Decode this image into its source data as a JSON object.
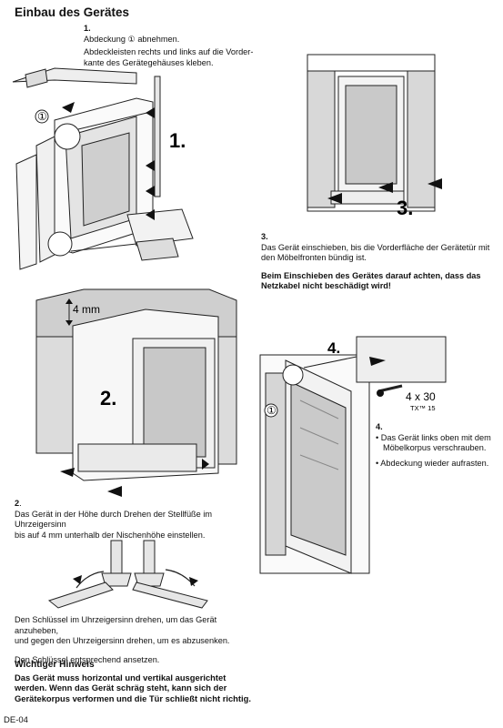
{
  "title": "Einbau des Gerätes",
  "step1": {
    "num": "1.",
    "line1": "Abdeckung ① abnehmen.",
    "line2": "Abdeckleisten rechts und links auf die Vorder-",
    "line3": "kante des Gerätegehäuses kleben.",
    "fig_label": "1.",
    "fig_callout": "①"
  },
  "step2": {
    "num": "2",
    "num_dot": ".",
    "line1": "Das Gerät in der Höhe durch Drehen der Stellfüße im Uhrzeigersinn",
    "line2": "bis auf 4 mm unterhalb der Nischenhöhe einstellen.",
    "fig_label": "2.",
    "gap_label": "4 mm"
  },
  "key_text": {
    "line1": "Den Schlüssel im Uhrzeigersinn drehen, um das Gerät anzuheben,",
    "line2": "und gegen den Uhrzeigersinn drehen, um es abzusenken.",
    "line3": "Den Schlüssel entsprechend ansetzen."
  },
  "hinweis": {
    "title": "Wichtiger Hinweis",
    "line1": "Das Gerät muss horizontal und vertikal ausgerichtet",
    "line2": "werden. Wenn das Gerät schräg steht, kann sich der",
    "line3": "Gerätekorpus verformen und die Tür schließt nicht richtig."
  },
  "step3": {
    "num": "3.",
    "line1": "Das Gerät einschieben, bis die Vorderfläche der Gerätetür mit",
    "line2": "den Möbelfronten bündig ist.",
    "warn1": "Beim Einschieben des Gerätes darauf achten, dass das",
    "warn2": "Netzkabel nicht beschädigt wird!",
    "fig_label": "3."
  },
  "step4": {
    "num": "4.",
    "bullet1a": "• Das Gerät links oben mit dem",
    "bullet1b": "Möbelkorpus verschrauben.",
    "bullet2": "• Abdeckung wieder aufrasten.",
    "fig_label": "4.",
    "screw_count": "4 x 30",
    "screw_type": "TX™ 15",
    "fig_callout": "①"
  },
  "footer": "DE-04"
}
